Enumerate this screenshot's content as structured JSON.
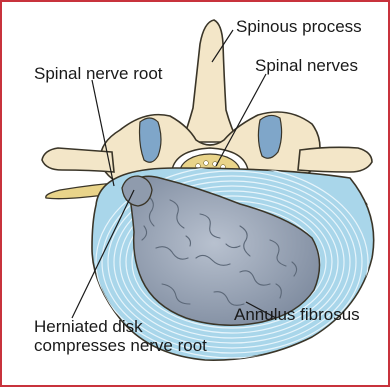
{
  "labels": {
    "spinous_process": "Spinous process",
    "spinal_nerve_root": "Spinal nerve root",
    "spinal_nerves": "Spinal nerves",
    "herniated_line1": "Herniated disk",
    "herniated_line2": "compresses nerve root",
    "annulus_fibrosus": "Annulus fibrosus"
  },
  "colors": {
    "frame": "#c8323c",
    "bone": "#f3e6c8",
    "bone_outline": "#3a3528",
    "nerve": "#e9d48a",
    "annulus": "#a9d6ea",
    "annulus_rings": "#e6f4fb",
    "nucleus": "#9aa6b8",
    "ligamentum": "#7fa6c9"
  }
}
